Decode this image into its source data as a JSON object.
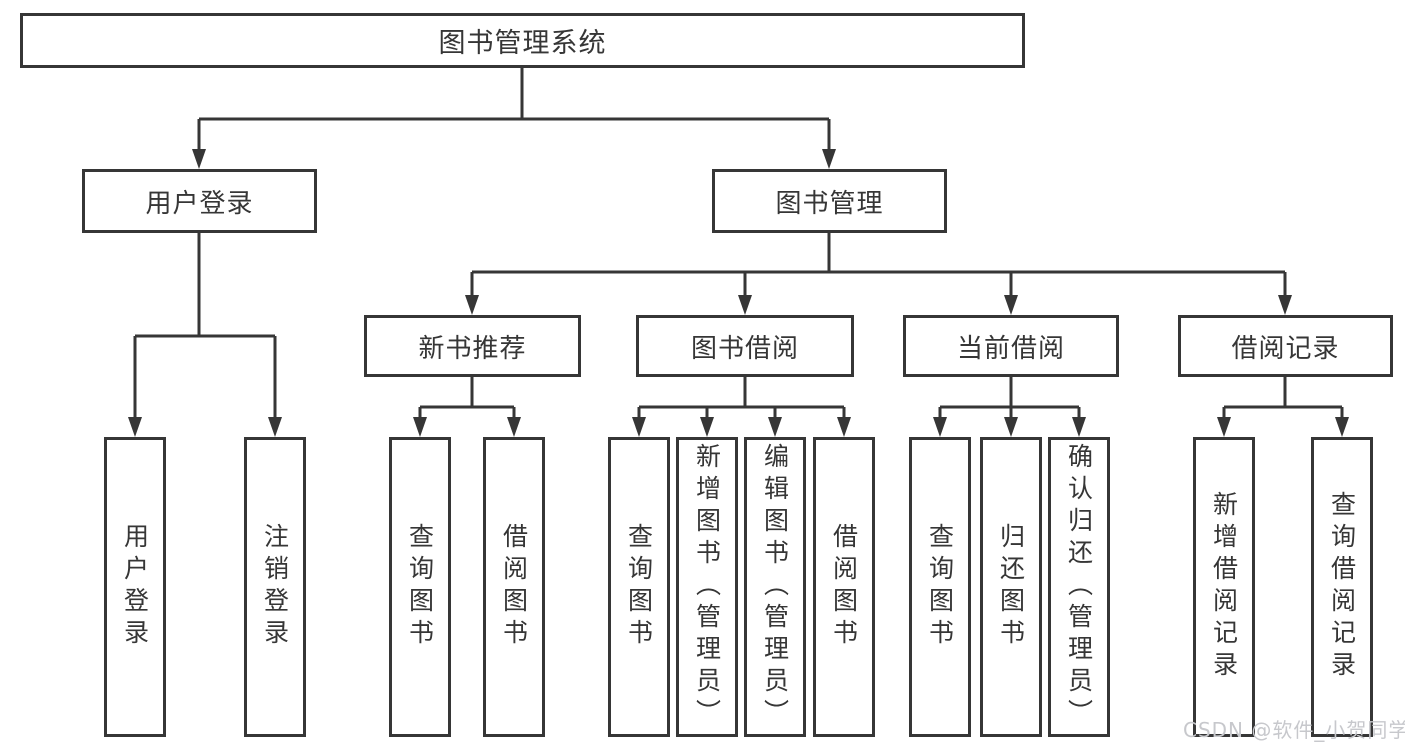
{
  "colors": {
    "line": "#363636",
    "box_background": "#ffffff",
    "watermark": "#c7c8cc"
  },
  "watermark": "CSDN @软件_小贺同学",
  "tree": {
    "label": "图书管理系统",
    "children": [
      {
        "label": "用户登录",
        "children": [
          {
            "label": "用户登录"
          },
          {
            "label": "注销登录"
          }
        ]
      },
      {
        "label": "图书管理",
        "children": [
          {
            "label": "新书推荐",
            "children": [
              {
                "label": "查询图书"
              },
              {
                "label": "借阅图书"
              }
            ]
          },
          {
            "label": "图书借阅",
            "children": [
              {
                "label": "查询图书"
              },
              {
                "label": "新增图书（管理员）"
              },
              {
                "label": "编辑图书（管理员）"
              },
              {
                "label": "借阅图书"
              }
            ]
          },
          {
            "label": "当前借阅",
            "children": [
              {
                "label": "查询图书"
              },
              {
                "label": "归还图书"
              },
              {
                "label": "确认归还（管理员）"
              }
            ]
          },
          {
            "label": "借阅记录",
            "children": [
              {
                "label": "新增借阅记录"
              },
              {
                "label": "查询借阅记录"
              }
            ]
          }
        ]
      }
    ]
  }
}
